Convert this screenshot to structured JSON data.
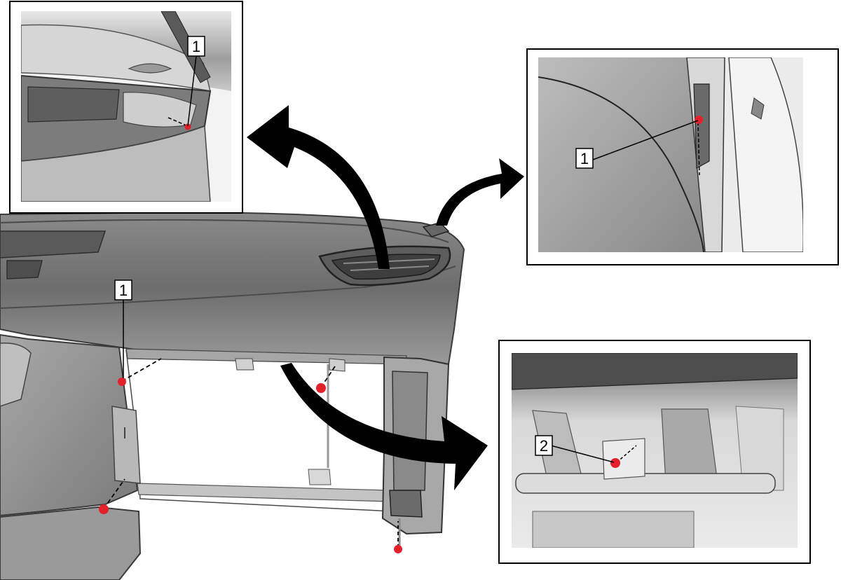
{
  "callouts": {
    "inset_top_left": "1",
    "inset_top_right": "1",
    "inset_bottom_right": "2",
    "main_left": "1"
  },
  "colors": {
    "fastener": "#e4202a",
    "dash_dark": "#6e6e6e",
    "dash_mid": "#8c8c8c",
    "dash_light": "#b4b4b4",
    "arrow": "#000000"
  }
}
